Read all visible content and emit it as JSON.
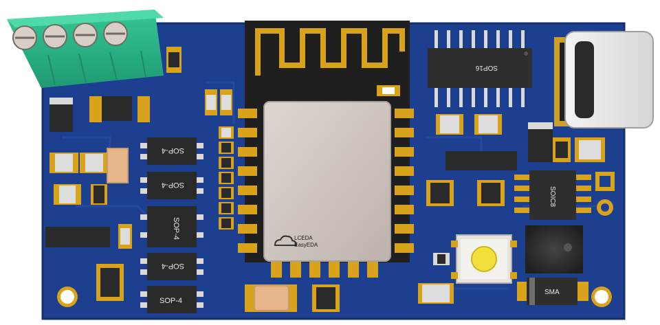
{
  "board": {
    "colors": {
      "pcb": "#1d3f8f",
      "pcb_edge": "#15306e",
      "terminal": "#2ab38a",
      "pad_gold": "#d9a21b",
      "chip_black": "#2a2a2a",
      "shield": "#cfc6bf",
      "button_cap": "#f2e03a"
    },
    "labels": {
      "sop4_1": "SOP-4",
      "sop4_2": "SOP-4",
      "sop4_3": "SOP-4",
      "sop4_4": "SOP-4",
      "sop4_5": "SOP-4",
      "sop16": "SOP16",
      "soic8": "SOIC8",
      "sma": "SMA",
      "logo_line1": "LCEDA",
      "logo_line2": "EasyEDA"
    },
    "icons": {
      "logo": "cloud-icon"
    }
  }
}
